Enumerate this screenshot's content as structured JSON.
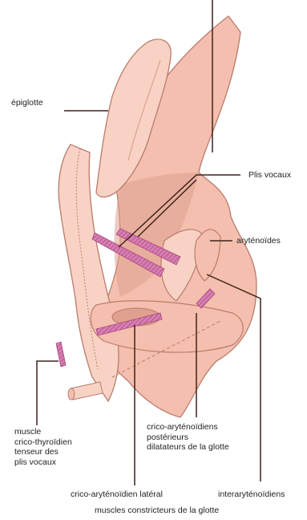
{
  "colors": {
    "tissue": "#f4bfae",
    "tissue_light": "#f8d3c5",
    "tissue_dark": "#dfa08f",
    "outline": "#b97b6c",
    "muscle": "#d77fb3",
    "muscle_stripe": "#a8467e",
    "leader": "#3d2418",
    "text": "#222222"
  },
  "labels": {
    "epiglotte": "épiglotte",
    "plis_vocaux": "Plis vocaux",
    "arytenoides": "aryténoïdes",
    "crico_thyroidien": [
      "muscle",
      "crico-thyroïdien",
      "tenseur des",
      "plis vocaux"
    ],
    "crico_posterieurs": [
      "crico-aryténoïdiens",
      "postérieurs",
      "dilatateurs de la glotte"
    ],
    "crico_lateral": "crico-aryténoïdien latéral",
    "interarytenoidiens": "interaryténoïdiens",
    "constricteurs": "muscles constricteurs de la glotte"
  }
}
